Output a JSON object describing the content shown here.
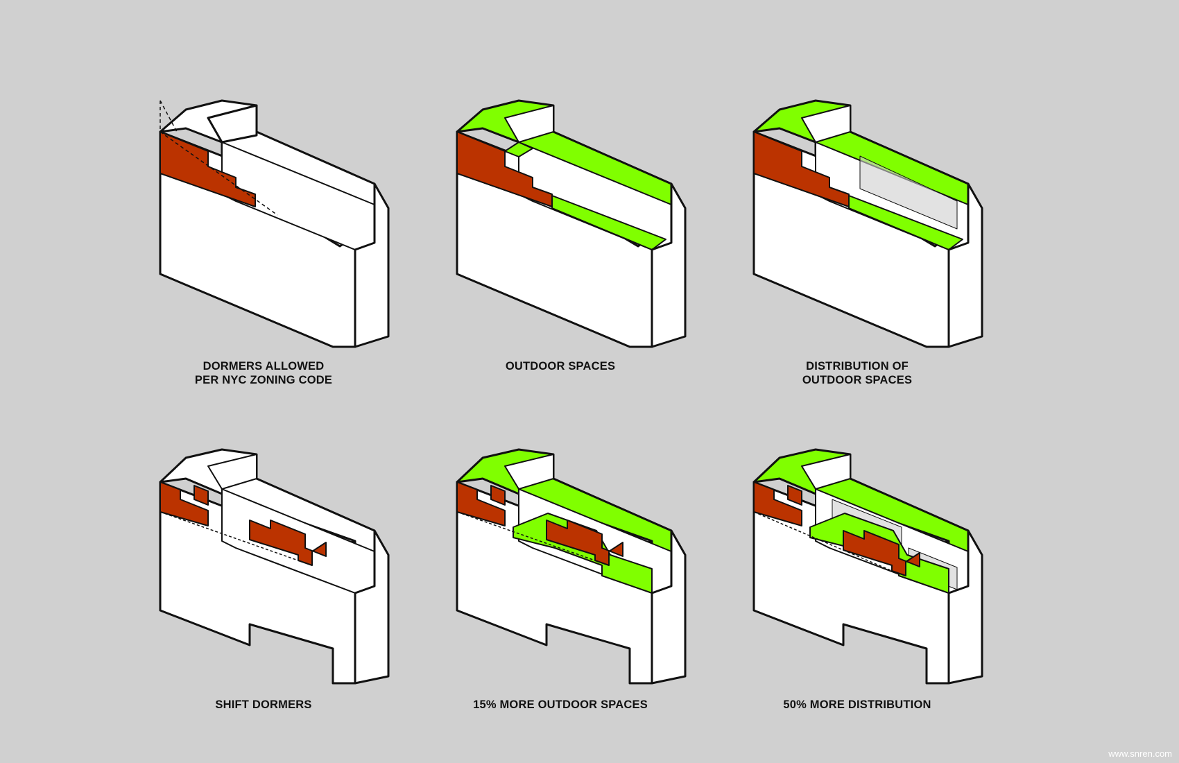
{
  "colors": {
    "background": "#d0d0d0",
    "mass": "#ffffff",
    "outline": "#111111",
    "dormer": "#bb3300",
    "outdoor": "#80ff00",
    "glass": "#cfcfcf"
  },
  "diagrams": [
    {
      "caption": [
        "DORMERS ALLOWED",
        "PER NYC ZONING CODE"
      ]
    },
    {
      "caption": [
        "OUTDOOR SPACES"
      ]
    },
    {
      "caption": [
        "DISTRIBUTION OF",
        "OUTDOOR SPACES"
      ]
    },
    {
      "caption": [
        "SHIFT DORMERS"
      ]
    },
    {
      "caption": [
        "15% MORE OUTDOOR SPACES"
      ]
    },
    {
      "caption": [
        "50% MORE DISTRIBUTION"
      ]
    }
  ],
  "watermark": "www.snren.com"
}
